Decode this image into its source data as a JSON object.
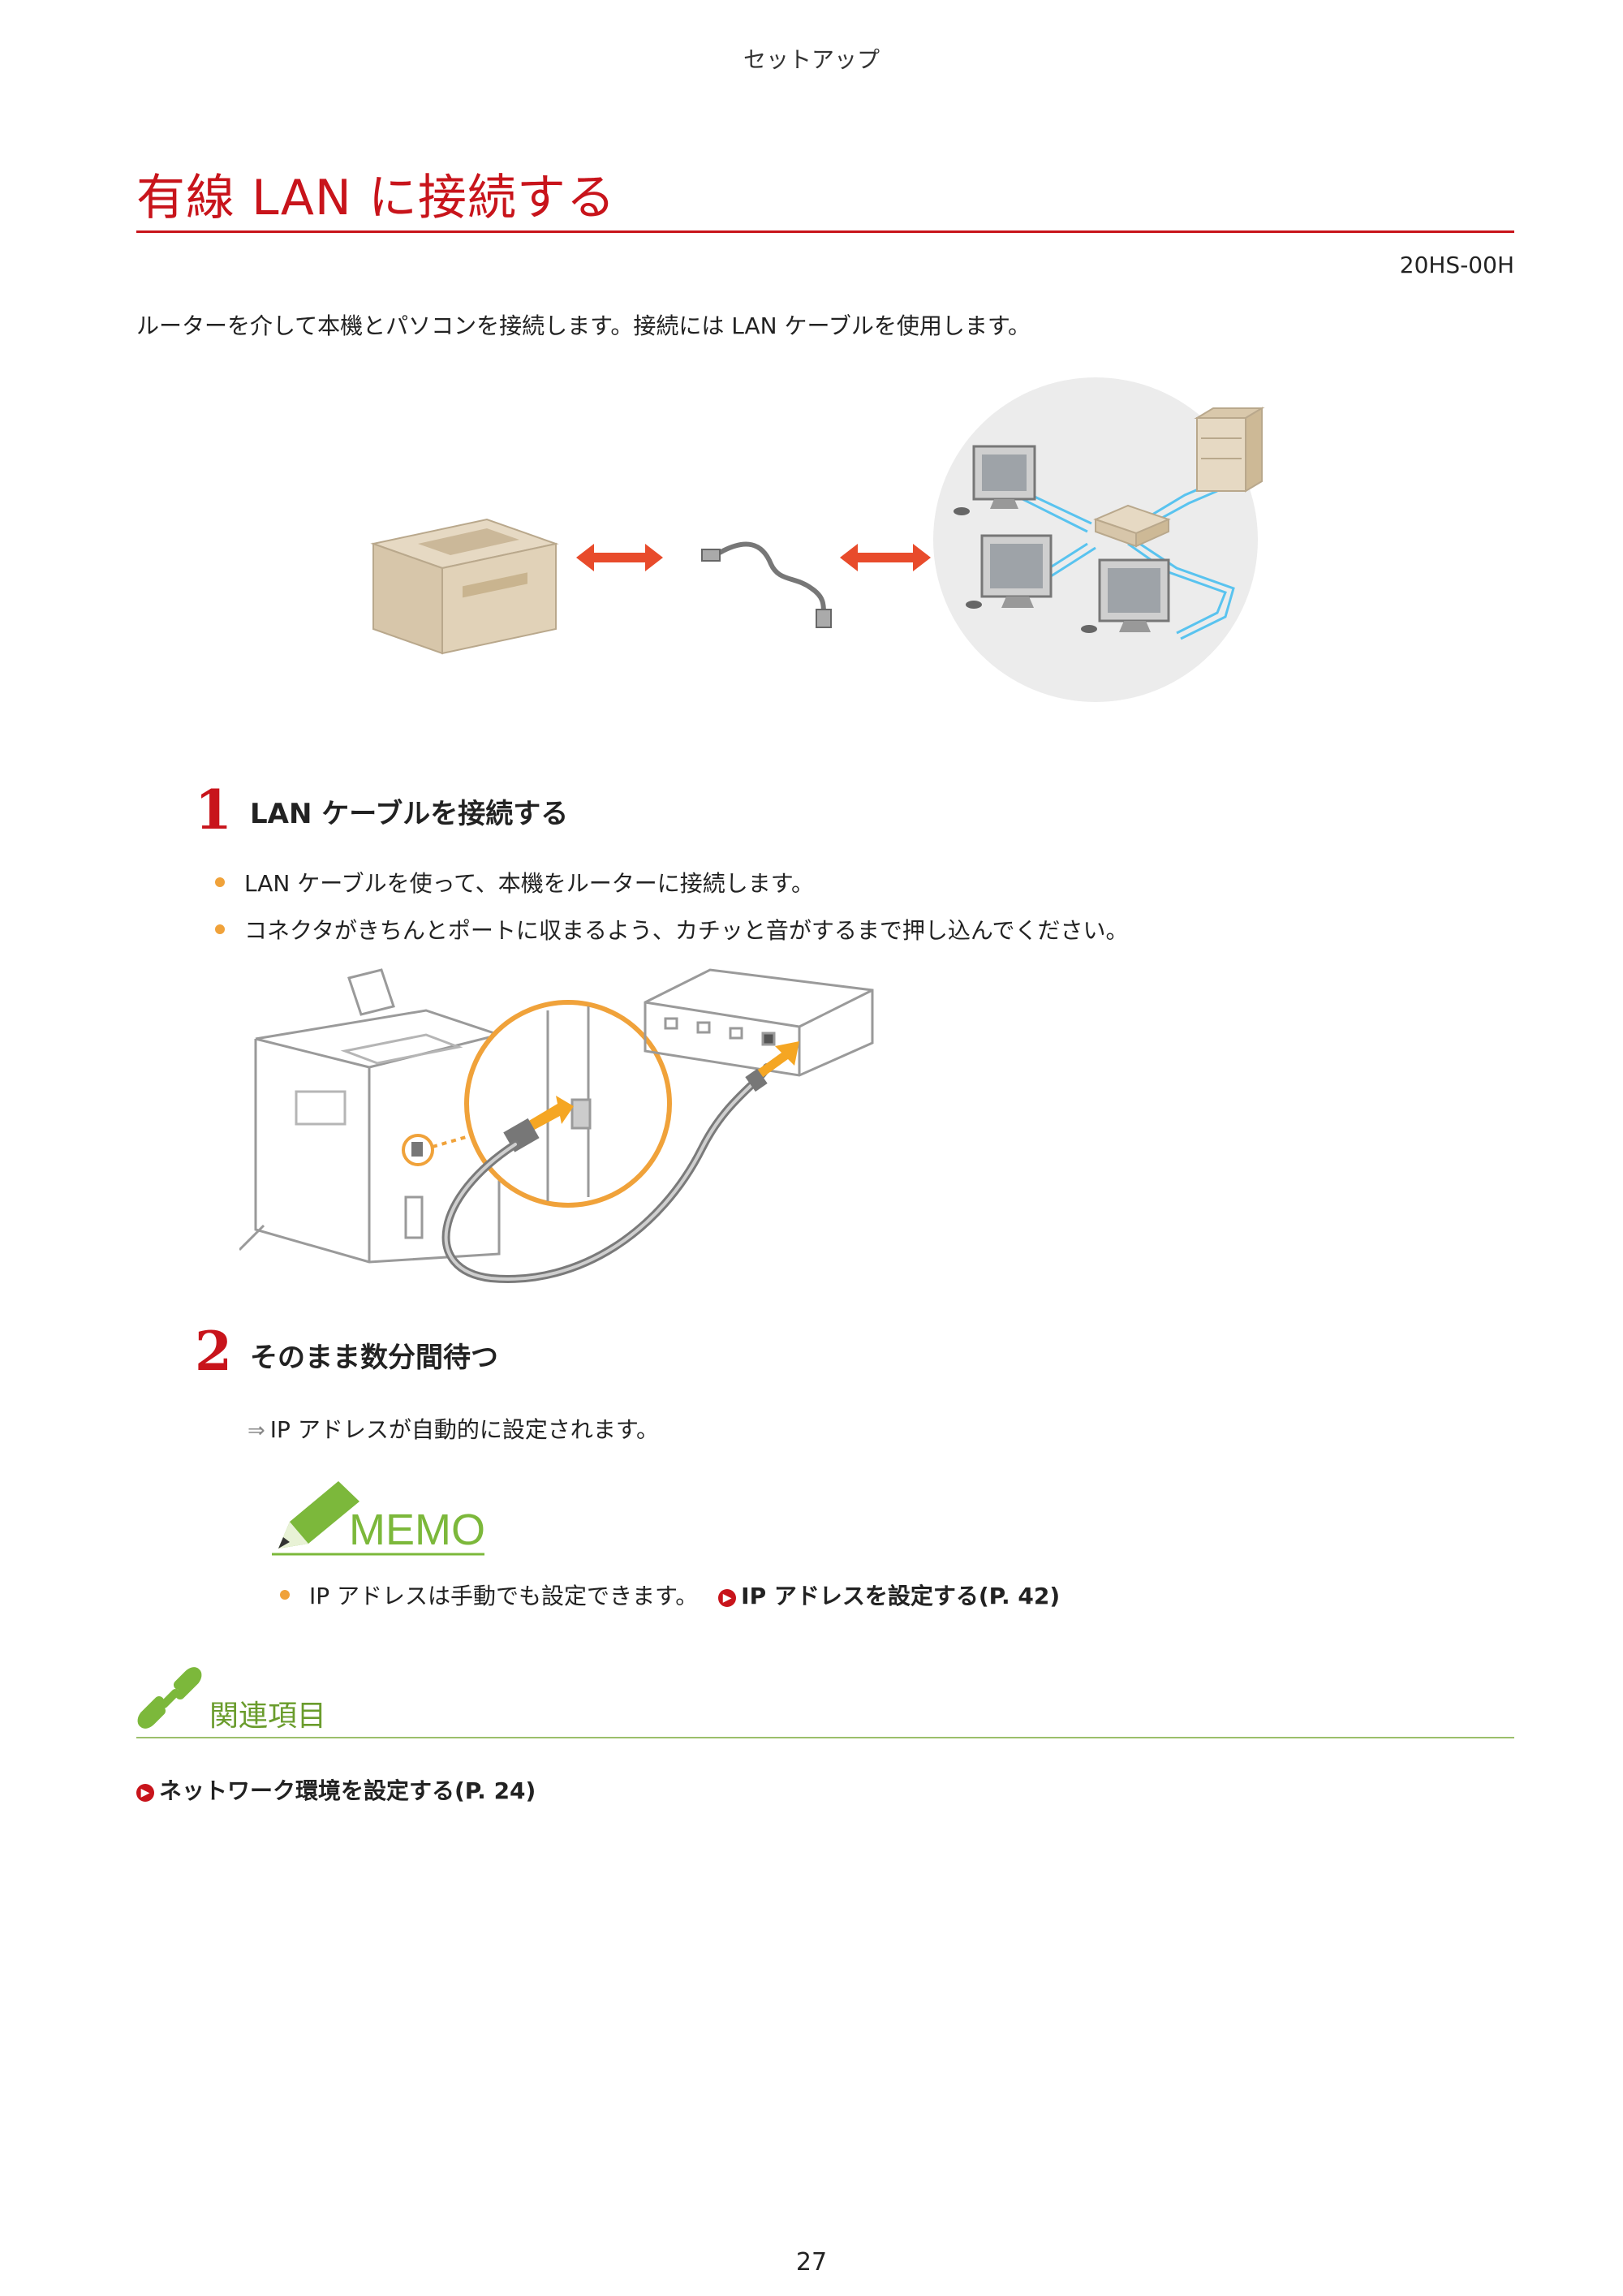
{
  "header": {
    "section": "セットアップ"
  },
  "title": "有線 LAN に接続する",
  "doc_code": "20HS-00H",
  "intro": "ルーターを介して本機とパソコンを接続します。接続には LAN ケーブルを使用します。",
  "steps": [
    {
      "number": "1",
      "title": "LAN ケーブルを接続する",
      "bullets": [
        "LAN ケーブルを使って、本機をルーターに接続します。",
        "コネクタがきちんとポートに収まるよう、カチッと音がするまで押し込んでください。"
      ]
    },
    {
      "number": "2",
      "title": "そのまま数分間待つ",
      "result": "IP アドレスが自動的に設定されます。"
    }
  ],
  "memo": {
    "label": "MEMO",
    "text": "IP アドレスは手動でも設定できます。",
    "link": "IP アドレスを設定する(P. 42)"
  },
  "related": {
    "title": "関連項目",
    "links": [
      "ネットワーク環境を設定する(P. 24)"
    ]
  },
  "page_number": "27",
  "colors": {
    "accent_red": "#c8141b",
    "bullet_orange": "#f0a23a",
    "related_green": "#6a9c2c"
  }
}
